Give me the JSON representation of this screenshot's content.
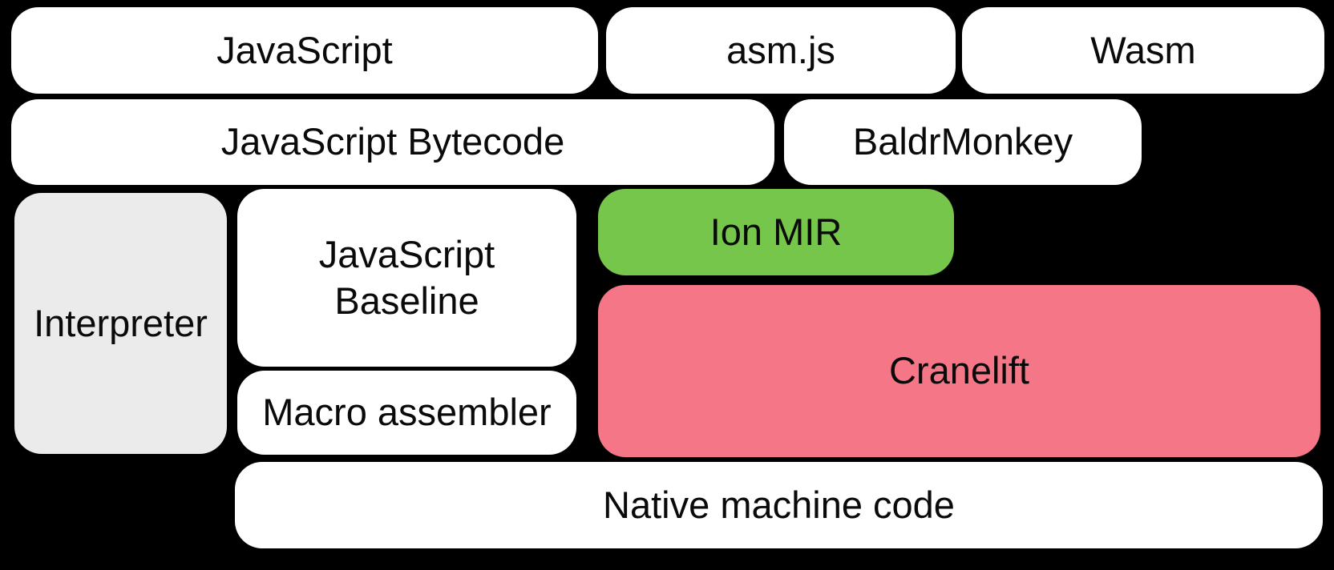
{
  "diagram": {
    "type": "block-diagram",
    "background": "#000000",
    "text_color": "#0a0a0a",
    "nodes": {
      "javascript": {
        "label": "JavaScript",
        "fill": "#ffffff"
      },
      "asm_js": {
        "label": "asm.js",
        "fill": "#ffffff"
      },
      "wasm": {
        "label": "Wasm",
        "fill": "#ffffff"
      },
      "javascript_bytecode": {
        "label": "JavaScript Bytecode",
        "fill": "#ffffff"
      },
      "baldrmonkey": {
        "label": "BaldrMonkey",
        "fill": "#ffffff"
      },
      "interpreter": {
        "label": "Interpreter",
        "fill": "#ebebeb"
      },
      "javascript_baseline": {
        "label": "JavaScript Baseline",
        "fill": "#ffffff"
      },
      "ion_mir": {
        "label": "Ion MIR",
        "fill": "#76c64b"
      },
      "cranelift": {
        "label": "Cranelift",
        "fill": "#f57686"
      },
      "macro_assembler": {
        "label": "Macro assembler",
        "fill": "#ffffff"
      },
      "native_machine_code": {
        "label": "Native machine code",
        "fill": "#ffffff"
      }
    }
  }
}
